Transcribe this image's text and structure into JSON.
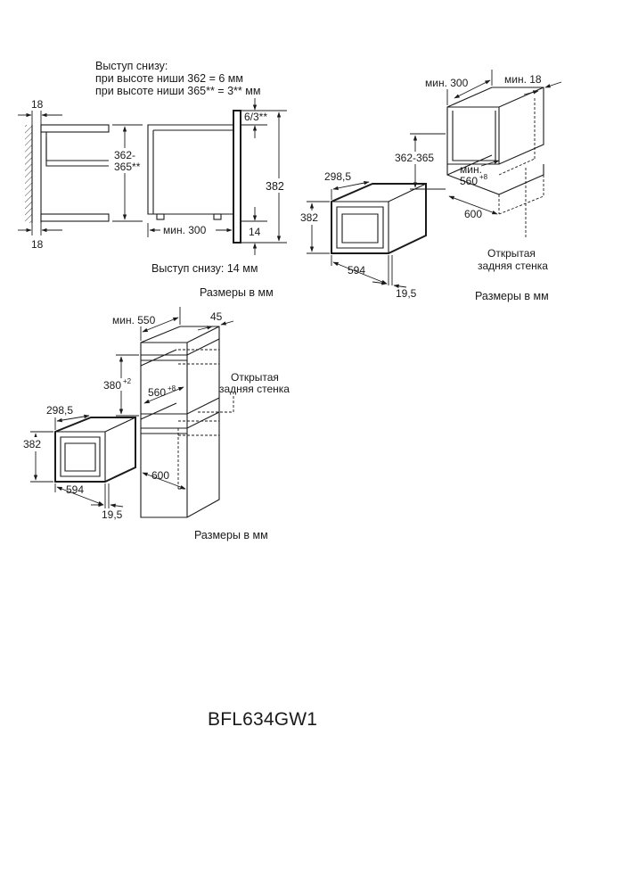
{
  "fig1": {
    "note_line1": "Выступ снизу:",
    "note_line2": "при высоте ниши 362 = 6 мм",
    "note_line3": "при высоте ниши 365** = 3** мм",
    "wall_top": "18",
    "wall_bottom": "18",
    "niche_height_a": "362-",
    "niche_height_b": "365**",
    "min_depth": "мин. 300",
    "overhang": "6/3**",
    "device_height": "382",
    "bottom_gap": "14",
    "bottom_note": "Выступ снизу: 14 мм",
    "units": "Размеры в мм"
  },
  "fig2": {
    "min_depth": "мин. 300",
    "min_side": "мин. 18",
    "niche_height": "362-365",
    "niche_min_label": "мин.",
    "niche_min_width": "560",
    "niche_tol": "+8",
    "niche_depth": "600",
    "rear_wall_1": "Открытая",
    "rear_wall_2": "задняя стенка",
    "device_depth": "298,5",
    "device_height": "382",
    "device_width": "594",
    "front_depth": "19,5",
    "units": "Размеры в мм"
  },
  "fig3": {
    "min_depth": "мин. 550",
    "side": "45",
    "niche_height": "380",
    "niche_height_tol": "+2",
    "niche_width": "560",
    "niche_width_tol": "+8",
    "rear_wall_1": "Открытая",
    "rear_wall_2": "задняя стенка",
    "device_depth": "298,5",
    "device_height": "382",
    "device_width": "594",
    "front_depth": "19,5",
    "niche_depth": "600",
    "units": "Размеры в мм"
  },
  "model": "BFL634GW1"
}
